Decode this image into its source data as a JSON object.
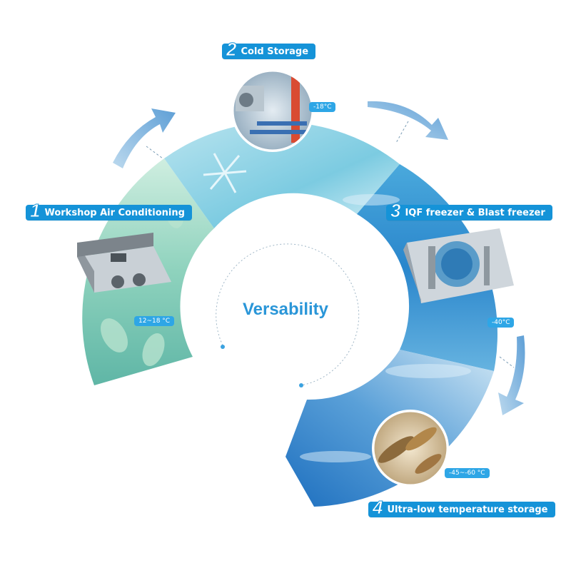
{
  "center": {
    "title": "Versability"
  },
  "stages": [
    {
      "number": "1",
      "label": "Workshop Air Conditioning",
      "temperature": "12~18 °C"
    },
    {
      "number": "2",
      "label": "Cold Storage",
      "temperature": "-18°C"
    },
    {
      "number": "3",
      "label": "IQF freezer & Blast freezer",
      "temperature": "-40°C"
    },
    {
      "number": "4",
      "label": "Ultra-low temperature storage",
      "temperature": "-45~-60 °C"
    }
  ],
  "colors": {
    "accent": "#1593d8",
    "tag": "#2ea6e6",
    "arrow": "#7fb7e0",
    "title": "#2a96d8"
  }
}
